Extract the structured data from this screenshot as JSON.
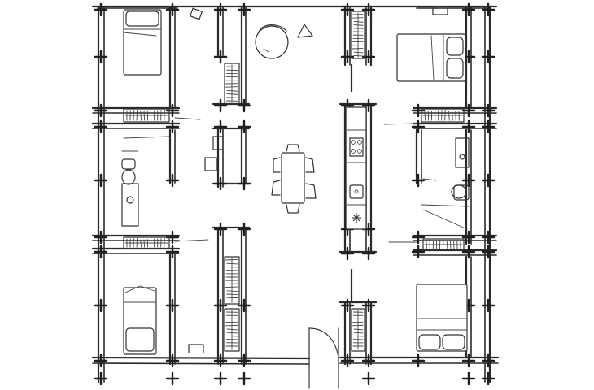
{
  "plan": {
    "rooms": [
      "bedroom-top-left",
      "bedroom-top-right",
      "bathroom-left",
      "bathroom-right",
      "bedroom-bottom-left",
      "bedroom-bottom-right",
      "living-area",
      "kitchen"
    ]
  }
}
